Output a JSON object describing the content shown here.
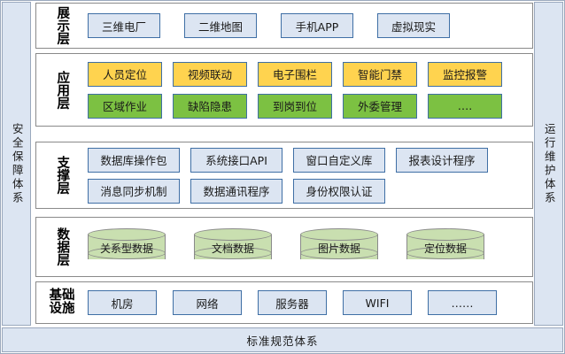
{
  "diagram": {
    "title": "层次化系统架构图",
    "colors": {
      "blue_fill": "#dce5f2",
      "blue_border": "#3f6fa5",
      "amber_fill": "#ffd34f",
      "green_fill": "#7cc142",
      "cylinder_fill": "#c9dfb0",
      "panel_border": "#8a8a8a",
      "rail_fill": "#dce5f2"
    }
  },
  "rails": {
    "left": {
      "label": "安全保障体系"
    },
    "right": {
      "label": "运行维护体系"
    }
  },
  "footer": {
    "label": "标准规范体系"
  },
  "layers": [
    {
      "id": "presentation",
      "label": "展示层",
      "label_mode": "vertical",
      "rows": [
        {
          "items": [
            {
              "label": "三维电厂",
              "style": "blue"
            },
            {
              "label": "二维地图",
              "style": "blue"
            },
            {
              "label": "手机APP",
              "style": "blue"
            },
            {
              "label": "虚拟现实",
              "style": "blue"
            }
          ]
        }
      ]
    },
    {
      "id": "application",
      "label": "应用层",
      "label_mode": "vertical",
      "rows": [
        {
          "items": [
            {
              "label": "人员定位",
              "style": "amber"
            },
            {
              "label": "视频联动",
              "style": "amber"
            },
            {
              "label": "电子围栏",
              "style": "amber"
            },
            {
              "label": "智能门禁",
              "style": "amber"
            },
            {
              "label": "监控报警",
              "style": "amber"
            }
          ]
        },
        {
          "items": [
            {
              "label": "区域作业",
              "style": "green"
            },
            {
              "label": "缺陷隐患",
              "style": "green"
            },
            {
              "label": "到岗到位",
              "style": "green"
            },
            {
              "label": "外委管理",
              "style": "green"
            },
            {
              "label": "….",
              "style": "green"
            }
          ]
        }
      ]
    },
    {
      "id": "support",
      "label": "支撑层",
      "label_mode": "vertical",
      "rows": [
        {
          "items": [
            {
              "label": "数据库操作包",
              "style": "blue"
            },
            {
              "label": "系统接口API",
              "style": "blue"
            },
            {
              "label": "窗口自定义库",
              "style": "blue"
            },
            {
              "label": "报表设计程序",
              "style": "blue"
            }
          ]
        },
        {
          "items": [
            {
              "label": "消息同步机制",
              "style": "blue"
            },
            {
              "label": "数据通讯程序",
              "style": "blue"
            },
            {
              "label": "身份权限认证",
              "style": "blue"
            },
            {
              "label": "",
              "style": "ghost"
            }
          ]
        }
      ]
    },
    {
      "id": "data",
      "label": "数据层",
      "label_mode": "vertical",
      "rows": [
        {
          "items": [
            {
              "label": "关系型数据",
              "style": "cylinder"
            },
            {
              "label": "文档数据",
              "style": "cylinder"
            },
            {
              "label": "图片数据",
              "style": "cylinder"
            },
            {
              "label": "定位数据",
              "style": "cylinder"
            }
          ]
        }
      ]
    },
    {
      "id": "infrastructure",
      "label": "基础设施",
      "label_mode": "grid2",
      "label_line1": "基础",
      "label_line2": "设施",
      "rows": [
        {
          "items": [
            {
              "label": "机房",
              "style": "blue"
            },
            {
              "label": "网络",
              "style": "blue"
            },
            {
              "label": "服务器",
              "style": "blue"
            },
            {
              "label": "WIFI",
              "style": "blue"
            },
            {
              "label": "……",
              "style": "blue"
            }
          ]
        }
      ]
    }
  ]
}
